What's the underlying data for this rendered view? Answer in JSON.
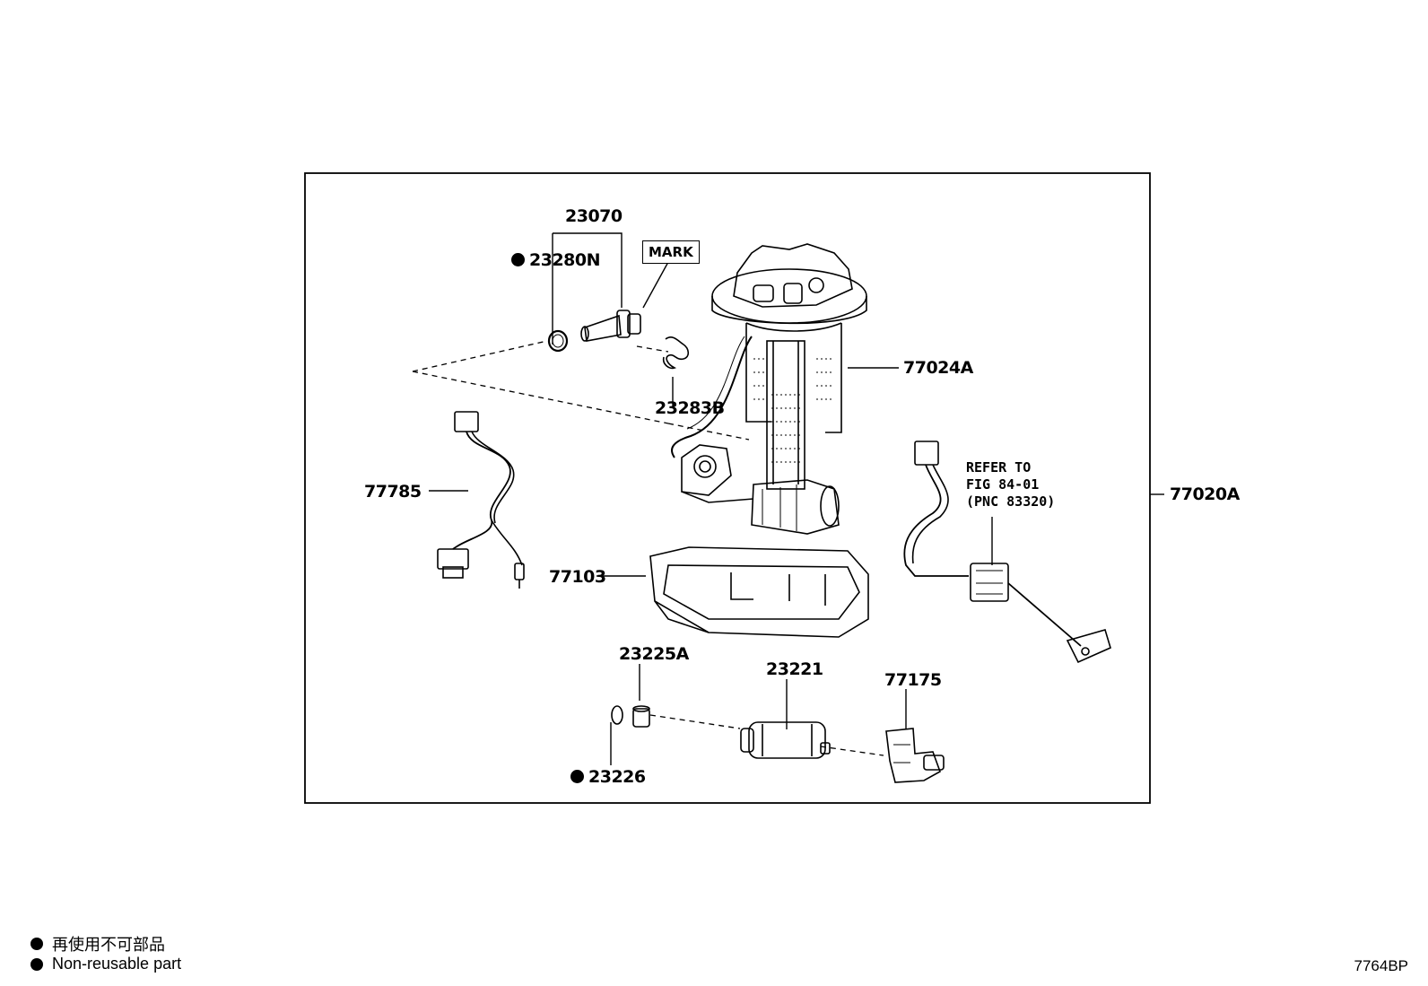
{
  "callouts": {
    "p23070": "23070",
    "p23280n": "23280N",
    "p77024a": "77024A",
    "p23283b": "23283B",
    "p77785": "77785",
    "p77020a": "77020A",
    "p77103": "77103",
    "p23225a": "23225A",
    "p23221": "23221",
    "p77175": "77175",
    "p23226": "23226"
  },
  "mark_label": "MARK",
  "refer_note": "REFER TO\nFIG 84-01\n(PNC 83320)",
  "legend": {
    "japanese": "再使用不可部品",
    "english": "Non-reusable part"
  },
  "illustration_code": "7764BP"
}
